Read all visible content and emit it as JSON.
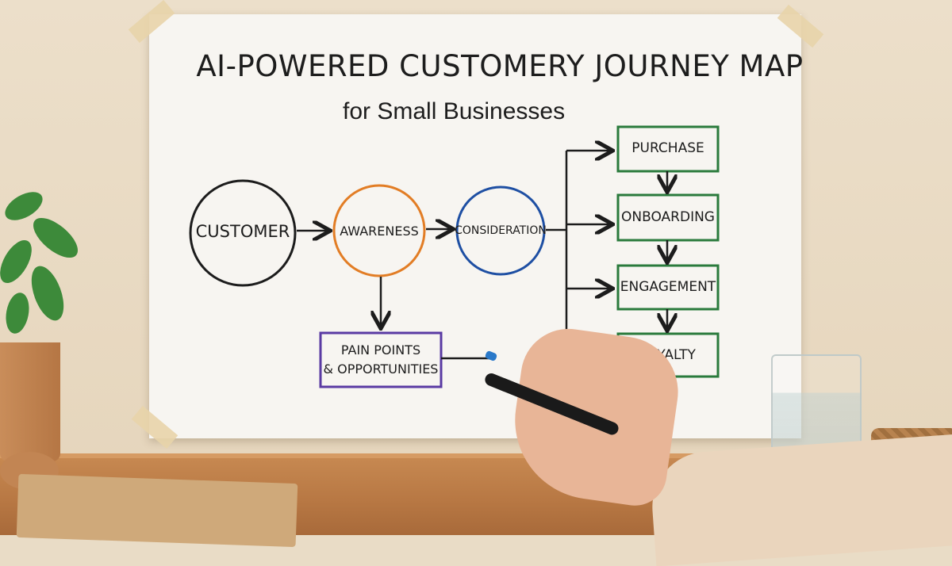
{
  "poster": {
    "title": "AI-POWERED CUSTOMERY JOURNEY MAP",
    "subtitle": "for Small Businesses"
  },
  "nodes": {
    "customer": "CUSTOMER",
    "awareness": "AWARENESS",
    "consideration": "CONSIDERATION",
    "pain_points_line1": "PAIN POINTS",
    "pain_points_line2": "& OPPORTUNITIES",
    "purchase": "PURCHASE",
    "onboarding": "ONBOARDING",
    "engagement": "ENGAGEMENT",
    "loyalty": "LOYALTY"
  },
  "colors": {
    "customer_outline": "#1c1c1c",
    "awareness_outline": "#e27d25",
    "consideration_outline": "#1e4fa3",
    "pain_points_outline": "#5a3aa3",
    "stage_box_outline": "#2a7a3c",
    "arrow": "#1c1c1c"
  }
}
